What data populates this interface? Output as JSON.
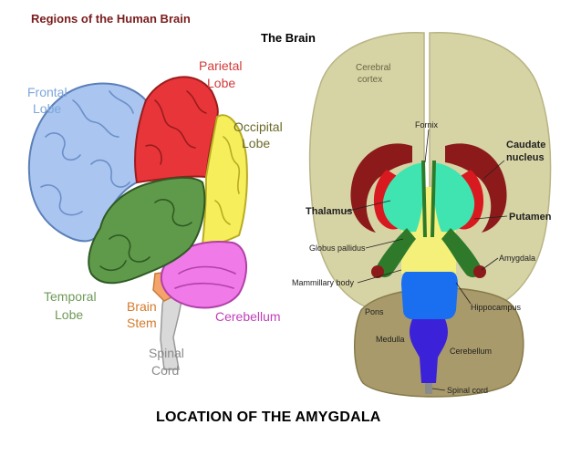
{
  "header": {
    "title": "Regions of the Human Brain",
    "brain_title": "The Brain",
    "caption": "LOCATION OF THE AMYGDALA"
  },
  "lateral_view": {
    "labels": {
      "frontal_1": "Frontal",
      "frontal_2": "Lobe",
      "parietal_1": "Parietal",
      "parietal_2": "Lobe",
      "occipital_1": "Occipital",
      "occipital_2": "Lobe",
      "temporal_1": "Temporal",
      "temporal_2": "Lobe",
      "brainstem_1": "Brain",
      "brainstem_2": "Stem",
      "cerebellum": "Cerebellum",
      "spinal_1": "Spinal",
      "spinal_2": "Cord"
    },
    "colors": {
      "frontal": "#a9c5f0",
      "parietal": "#e8353a",
      "occipital": "#f6ee5a",
      "temporal": "#5f9a4a",
      "brainstem": "#f4a46a",
      "cerebellum": "#f07ae8",
      "label_blue": "#7ea6dc",
      "label_red": "#d23a3a",
      "label_yellow": "#6b6b2a",
      "label_green": "#6f9a58",
      "label_orange": "#d47a2a",
      "label_magenta": "#c040b8",
      "label_gray": "#8a8a8a"
    }
  },
  "coronal_view": {
    "labels": {
      "cortex_1": "Cerebral",
      "cortex_2": "cortex",
      "fornix": "Fornix",
      "caudate_1": "Caudate",
      "caudate_2": "nucleus",
      "thalamus": "Thalamus",
      "putamen": "Putamen",
      "globus": "Globus pallidus",
      "amygdala": "Amygdala",
      "mammillary": "Mammillary body",
      "hippocampus": "Hippocampus",
      "pons": "Pons",
      "medulla": "Medulla",
      "cerebellum": "Cerebellum",
      "spinal": "Spinal cord"
    },
    "colors": {
      "cortex": "#d6d3a4",
      "cerebellum": "#a89a6a",
      "caudate": "#8c1a1a",
      "putamen": "#d8191f",
      "thalamus": "#3fe4b0",
      "globus": "#f5f07a",
      "hippocampus": "#2e7a2a",
      "pons": "#1a6ef0",
      "medulla": "#3b22d8"
    }
  }
}
